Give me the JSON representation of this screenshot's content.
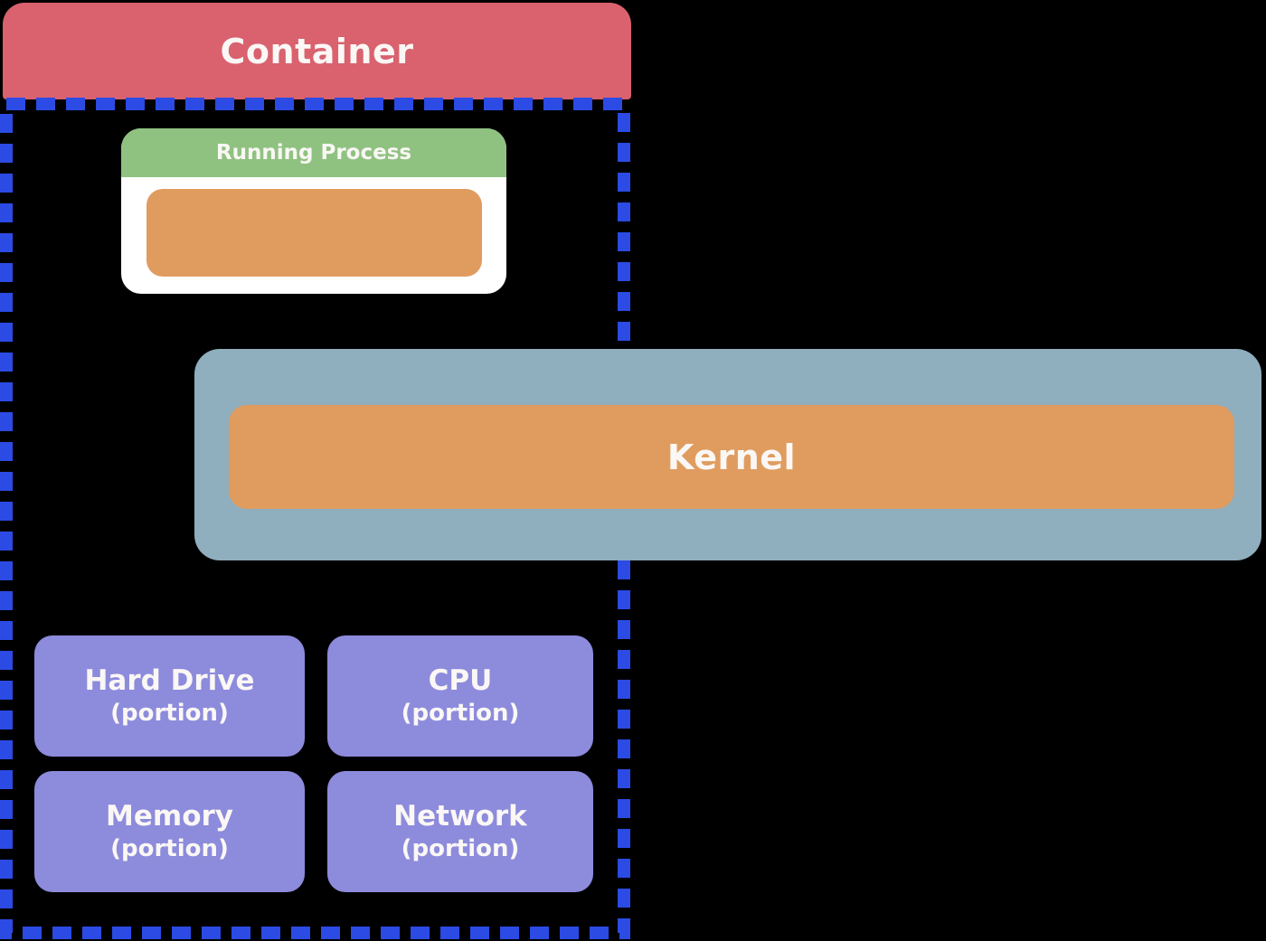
{
  "colors": {
    "bg": "#000000",
    "red": "#D9626E",
    "green": "#8FC280",
    "orange": "#E09C5F",
    "slate": "#8FAEBE",
    "purple": "#8D8BDC",
    "blue": "#2B4BE4",
    "card": "#FFFFFF",
    "text": "#FAF7F5"
  },
  "container": {
    "label": "Container"
  },
  "running_process": {
    "label": "Running Process"
  },
  "kernel": {
    "label": "Kernel"
  },
  "resources": [
    {
      "title": "Hard Drive",
      "subtitle": "(portion)"
    },
    {
      "title": "CPU",
      "subtitle": "(portion)"
    },
    {
      "title": "Memory",
      "subtitle": "(portion)"
    },
    {
      "title": "Network",
      "subtitle": "(portion)"
    }
  ]
}
